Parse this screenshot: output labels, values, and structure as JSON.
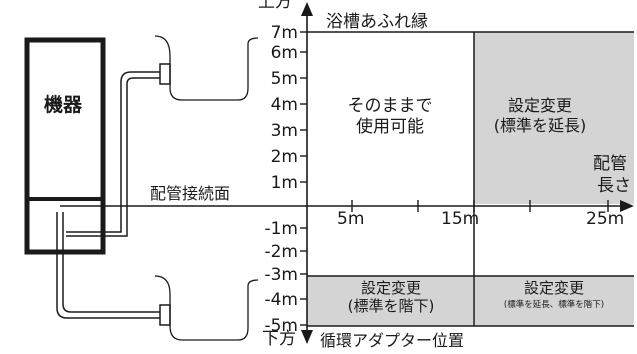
{
  "device_label": "機器",
  "axis": {
    "up_label": "上方",
    "down_label": "下方",
    "right_label_line1": "配管",
    "right_label_line2": "長さ",
    "y_ticks": [
      "7m",
      "6m",
      "5m",
      "4m",
      "3m",
      "2m",
      "1m",
      "-1m",
      "-2m",
      "-3m",
      "-4m",
      "-5m"
    ],
    "x_ticks": [
      "5m",
      "15m",
      "25m"
    ]
  },
  "labels": {
    "top_edge": "浴槽あふれ縁",
    "connection_face": "配管接続面",
    "adapter_position": "循環アダプター位置"
  },
  "zones": {
    "usable_line1": "そのままで",
    "usable_line2": "使用可能",
    "extend_line1": "設定変更",
    "extend_line2": "(標準を延長)",
    "lower_line1": "設定変更",
    "lower_line2": "(標準を階下)",
    "both_line1": "設定変更",
    "both_line2": "(標準を延長、標準を階下)"
  },
  "colors": {
    "line": "#1a1a1a",
    "shade": "#d4d4d4",
    "background": "#ffffff"
  }
}
